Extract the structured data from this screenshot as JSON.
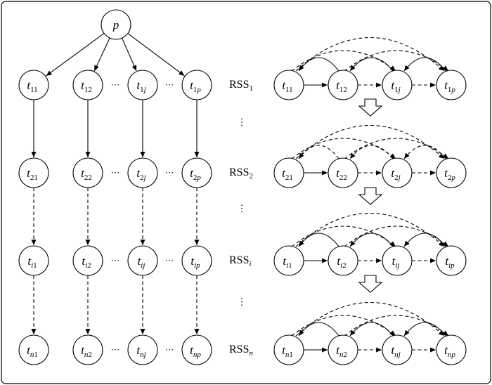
{
  "root": {
    "main": "p",
    "sub": ""
  },
  "tree": {
    "rows": [
      [
        {
          "main": "t",
          "sub": "11"
        },
        {
          "main": "t",
          "sub": "12"
        },
        {
          "main": "t",
          "sub": "1j"
        },
        {
          "main": "t",
          "sub": "1p"
        }
      ],
      [
        {
          "main": "t",
          "sub": "21"
        },
        {
          "main": "t",
          "sub": "22"
        },
        {
          "main": "t",
          "sub": "2j"
        },
        {
          "main": "t",
          "sub": "2p"
        }
      ],
      [
        {
          "main": "t",
          "sub": "i1"
        },
        {
          "main": "t",
          "sub": "i2"
        },
        {
          "main": "t",
          "sub": "ij"
        },
        {
          "main": "t",
          "sub": "ip"
        }
      ],
      [
        {
          "main": "t",
          "sub": "n1"
        },
        {
          "main": "t",
          "sub": "n2"
        },
        {
          "main": "t",
          "sub": "nj"
        },
        {
          "main": "t",
          "sub": "np"
        }
      ]
    ],
    "ellipsis": "···"
  },
  "rss": [
    {
      "base": "RSS",
      "sub": "1"
    },
    {
      "base": "RSS",
      "sub": "2"
    },
    {
      "base": "RSS",
      "sub": "i"
    },
    {
      "base": "RSS",
      "sub": "n"
    }
  ],
  "vertical_ellipsis": "⋮",
  "colors": {
    "stroke": "#000000",
    "fill": "#ffffff",
    "background": "#ffffff"
  }
}
